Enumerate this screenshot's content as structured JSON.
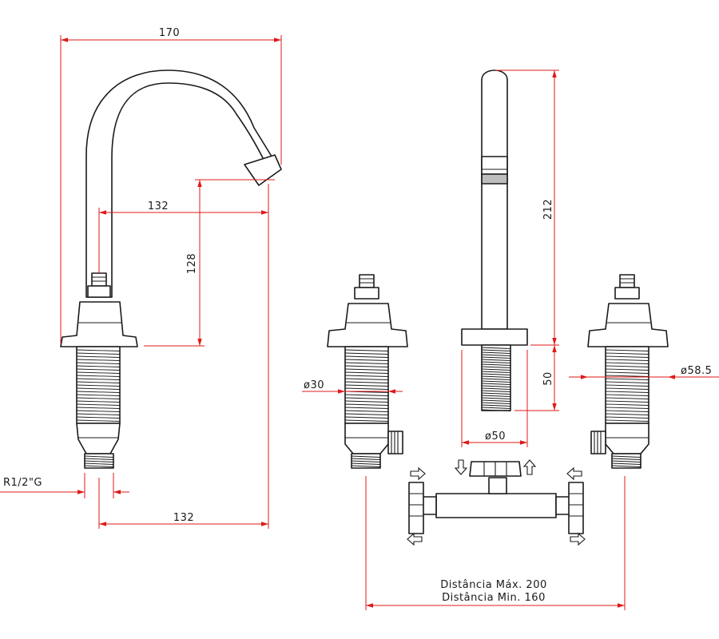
{
  "labels": {
    "width_170": "170",
    "reach_top_132": "132",
    "height_128": "128",
    "spacing_bottom_132": "132",
    "thread": "R1/2\"G",
    "height_212": "212",
    "height_50": "50",
    "diameter_50": "ø50",
    "diameter_30": "ø30",
    "diameter_585": "ø58.5",
    "distance_max": "Distância Máx. 200",
    "distance_min": "Distância Min. 160"
  },
  "colors": {
    "dimension": "#e01818",
    "outline": "#1a1a1a"
  }
}
